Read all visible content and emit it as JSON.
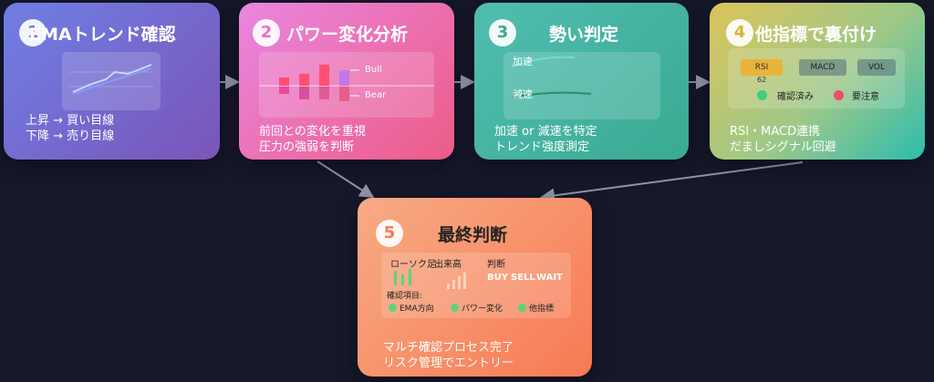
{
  "colors": {
    "background": "#15172a",
    "card1": [
      "#6f7fe4",
      "#7a55b9"
    ],
    "card2": [
      "#ea86e0",
      "#ec5c86"
    ],
    "card3": [
      "#51bdb1",
      "#3aaa92"
    ],
    "card4": [
      "#dcc45a",
      "#2dbcae"
    ],
    "card5": [
      "#f7ab85",
      "#f77a53"
    ],
    "connector": "#8f93a6"
  },
  "steps": [
    {
      "number": "1",
      "title": "EMAトレンド確認",
      "description": "上昇 → 買い目線\n下降 → 売り目線",
      "icon": "line-chart-icon"
    },
    {
      "number": "2",
      "title": "パワー変化分析",
      "description": "前回との変化を重視\n圧力の強弱を判断",
      "icon": "power-bars-icon",
      "legend": {
        "bull": "Bull",
        "bear": "Bear"
      }
    },
    {
      "number": "3",
      "title": "勢い判定",
      "description": "加速 or 減速を特定\nトレンド強度測定",
      "icon": "momentum-curves-icon",
      "labels": {
        "accel": "加速",
        "decel": "減速"
      }
    },
    {
      "number": "4",
      "title": "他指標で裏付け",
      "description": "RSI・MACD連携\nだましシグナル回避",
      "indicators": [
        {
          "label": "RSI",
          "value": "62"
        },
        {
          "label": "MACD"
        },
        {
          "label": "VOL"
        }
      ],
      "checks": {
        "confirmed": "確認済み",
        "caution": "要注意"
      }
    },
    {
      "number": "5",
      "title": "最終判断",
      "description": "マルチ確認プロセス完了\nリスク管理でエントリー",
      "columns": {
        "candle": "ローソク足",
        "volume": "出来高",
        "judgment": "判断"
      },
      "signals": {
        "buy": "BUY",
        "sell": "SELL",
        "wait": "WAIT"
      },
      "check_title": "確認項目:",
      "check_items": [
        "EMA方向",
        "パワー変化",
        "他指標"
      ]
    }
  ]
}
